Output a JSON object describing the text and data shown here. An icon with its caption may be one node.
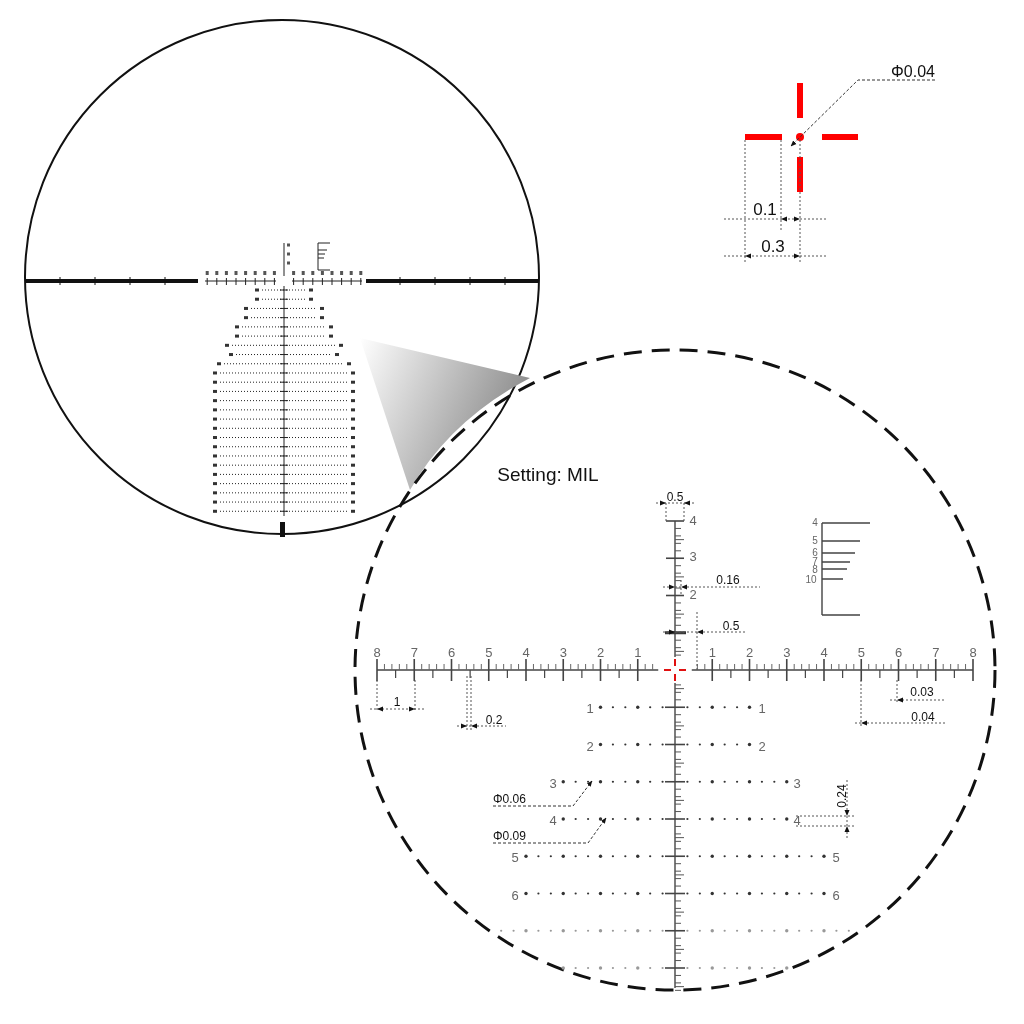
{
  "diagram": {
    "nodes": [
      {
        "text": [
          "Φ0.04"
        ]
      },
      {
        "text": [
          "Φ0.06"
        ]
      },
      {
        "text": [
          "Φ0.09"
        ]
      }
    ],
    "edges": [
      {
        "from": 0,
        "to": null,
        "arrow": "to",
        "style": "dashed"
      },
      {
        "from": 1,
        "to": null,
        "arrow": "to",
        "style": "dashed"
      },
      {
        "from": 2,
        "to": null,
        "arrow": "to",
        "style": "dashed"
      }
    ],
    "labels": [
      "0.1",
      "0.3",
      "Setting: MIL",
      "0.5",
      "4",
      "3",
      "0.16",
      "2",
      "0.5",
      "4",
      "5",
      "6",
      "7",
      "8",
      "10",
      "8",
      "7",
      "6",
      "5",
      "4",
      "3",
      "2",
      "1",
      "1",
      "2",
      "3",
      "4",
      "5",
      "6",
      "7",
      "8",
      "1",
      "0.2",
      "0.03",
      "0.04",
      "1",
      "1",
      "2",
      "2",
      "3",
      "3",
      "0.24",
      "4",
      "4",
      "5",
      "5",
      "6",
      "6"
    ]
  }
}
